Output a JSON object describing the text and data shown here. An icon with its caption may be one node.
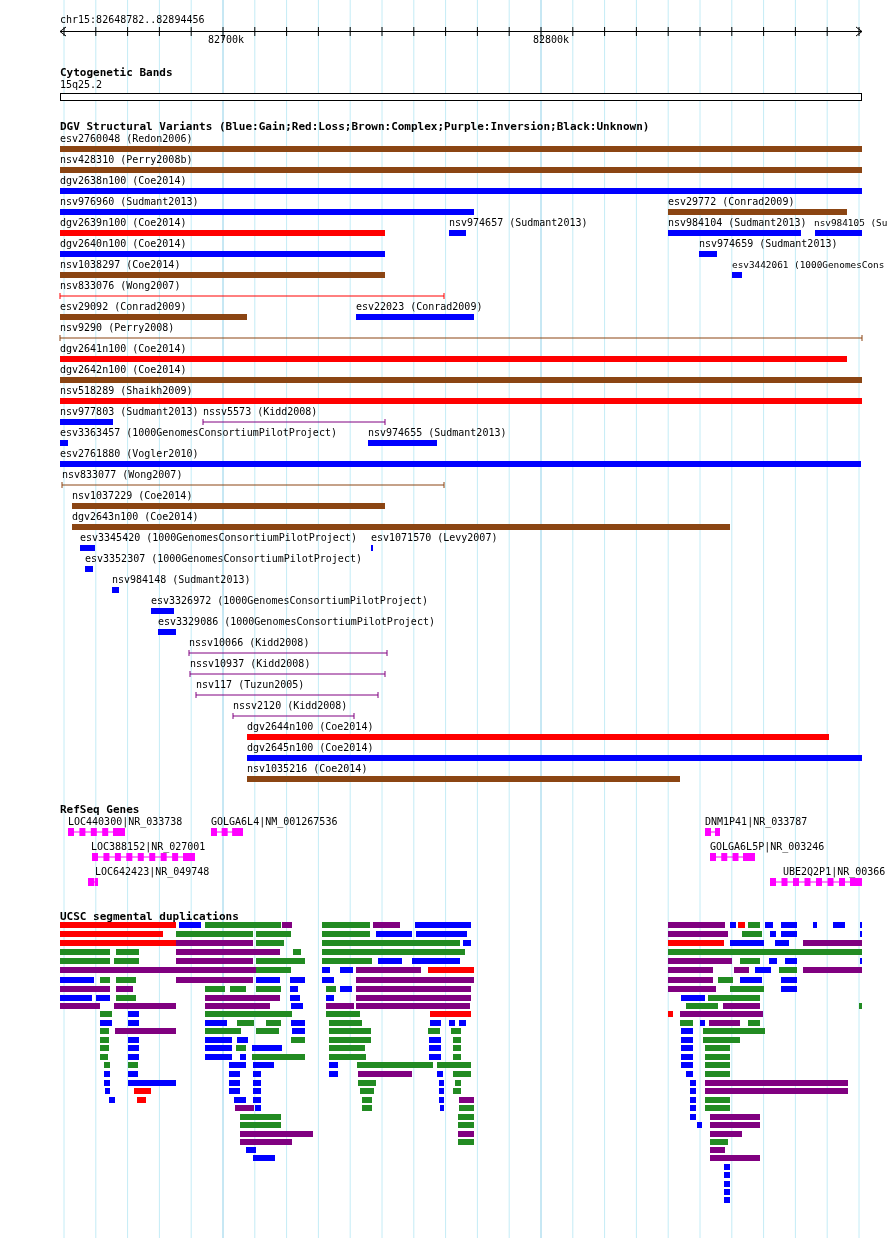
{
  "diagram": {
    "labels": [
      "chr15:82648782..82894456",
      "82700k",
      "82800k",
      "Cytogenetic Bands",
      "15q25.2",
      "DGV Structural Variants (Blue:Gain;Red:Loss;Brown:Complex;Purple:Inversion;Black:Unknown)",
      "esv2760048 (Redon2006)",
      "nsv428310 (Perry2008b)",
      "dgv2638n100 (Coe2014)",
      "nsv976960 (Sudmant2013)",
      "esv29772 (Conrad2009)",
      "dgv2639n100 (Coe2014)",
      "nsv974657 (Sudmant2013)",
      "nsv984104 (Sudmant2013)",
      "nsv984105 (Su",
      "dgv2640n100 (Coe2014)",
      "nsv974659 (Sudmant2013)",
      "nsv1038297 (Coe2014)",
      "esv3442061 (1000GenomesCons",
      "nsv833076 (Wong2007)",
      "esv29092 (Conrad2009)",
      "esv22023 (Conrad2009)",
      "nsv9290 (Perry2008)",
      "dgv2641n100 (Coe2014)",
      "dgv2642n100 (Coe2014)",
      "nsv518289 (Shaikh2009)",
      "nsv977803 (Sudmant2013)",
      "nssv5573 (Kidd2008)",
      "esv3363457 (1000GenomesConsortiumPilotProject)",
      "nsv974655 (Sudmant2013)",
      "esv2761880 (Vogler2010)",
      "nsv833077 (Wong2007)",
      "nsv1037229 (Coe2014)",
      "dgv2643n100 (Coe2014)",
      "esv3345420 (1000GenomesConsortiumPilotProject)",
      "esv1071570 (Levy2007)",
      "esv3352307 (1000GenomesConsortiumPilotProject)",
      "nsv984148 (Sudmant2013)",
      "esv3326972 (1000GenomesConsortiumPilotProject)",
      "esv3329086 (1000GenomesConsortiumPilotProject)",
      "nssv10066 (Kidd2008)",
      "nssv10937 (Kidd2008)",
      "nsv117 (Tuzun2005)",
      "nssv2120 (Kidd2008)",
      "dgv2644n100 (Coe2014)",
      "dgv2645n100 (Coe2014)",
      "nsv1035216 (Coe2014)",
      "RefSeq Genes",
      "LOC440300|NR_033738",
      "GOLGA6L4|NM_001267536",
      "DNM1P41|NR_033787",
      "LOC388152|NR_027001",
      "GOLGA6L5P|NR_003246",
      "LOC642423|NR_049748",
      "UBE2Q2P1|NR_00366",
      "UCSC segmental duplications"
    ]
  }
}
